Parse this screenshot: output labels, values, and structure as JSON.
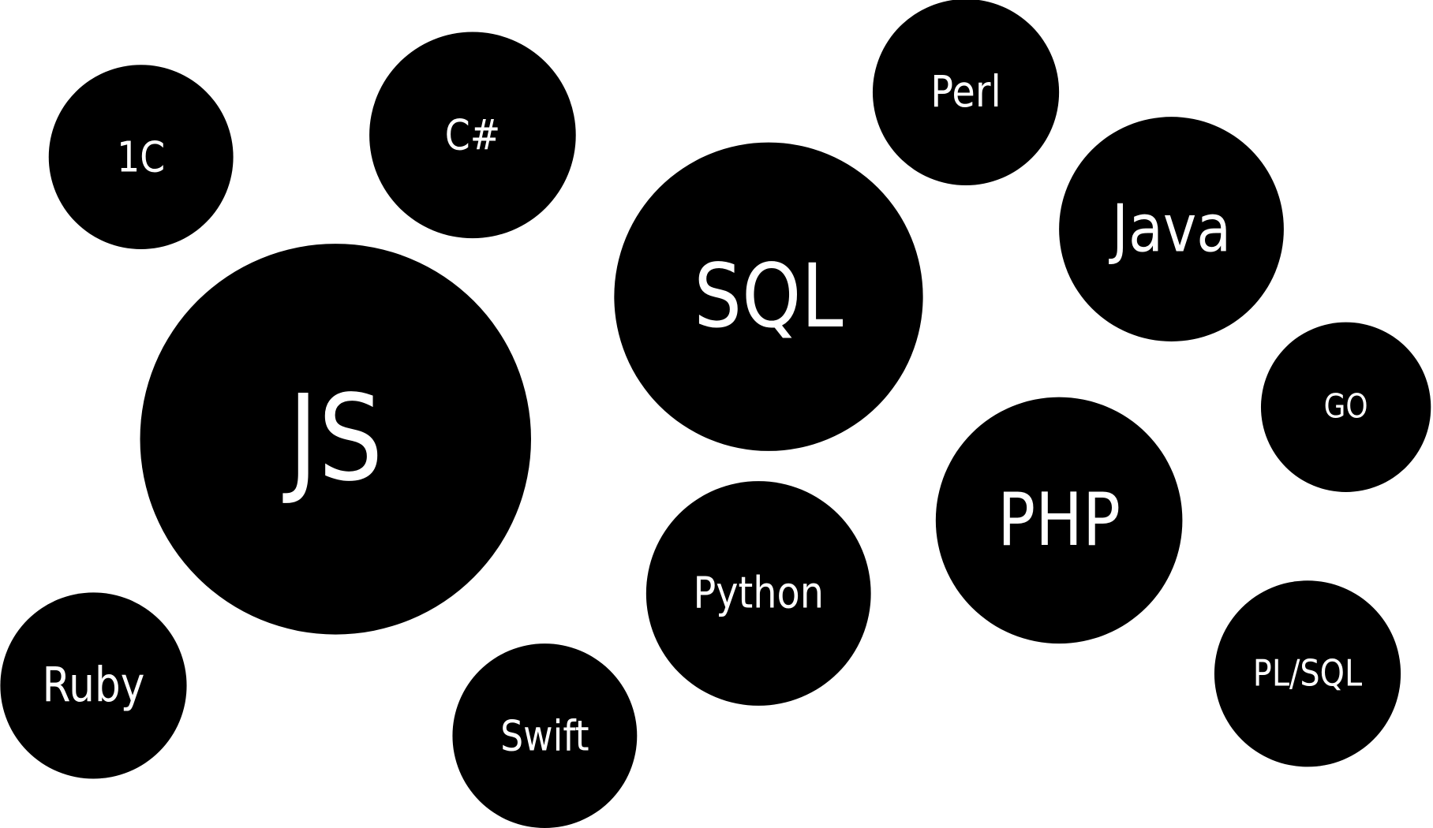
{
  "colors": {
    "bubble": "#000000",
    "label": "#ffffff",
    "background": "#ffffff"
  },
  "bubbles": [
    {
      "label": "1C"
    },
    {
      "label": "C#"
    },
    {
      "label": "Perl"
    },
    {
      "label": "SQL"
    },
    {
      "label": "Java"
    },
    {
      "label": "GO"
    },
    {
      "label": "JS"
    },
    {
      "label": "PHP"
    },
    {
      "label": "Python"
    },
    {
      "label": "Ruby"
    },
    {
      "label": "Swift"
    },
    {
      "label": "PL/SQL"
    }
  ]
}
